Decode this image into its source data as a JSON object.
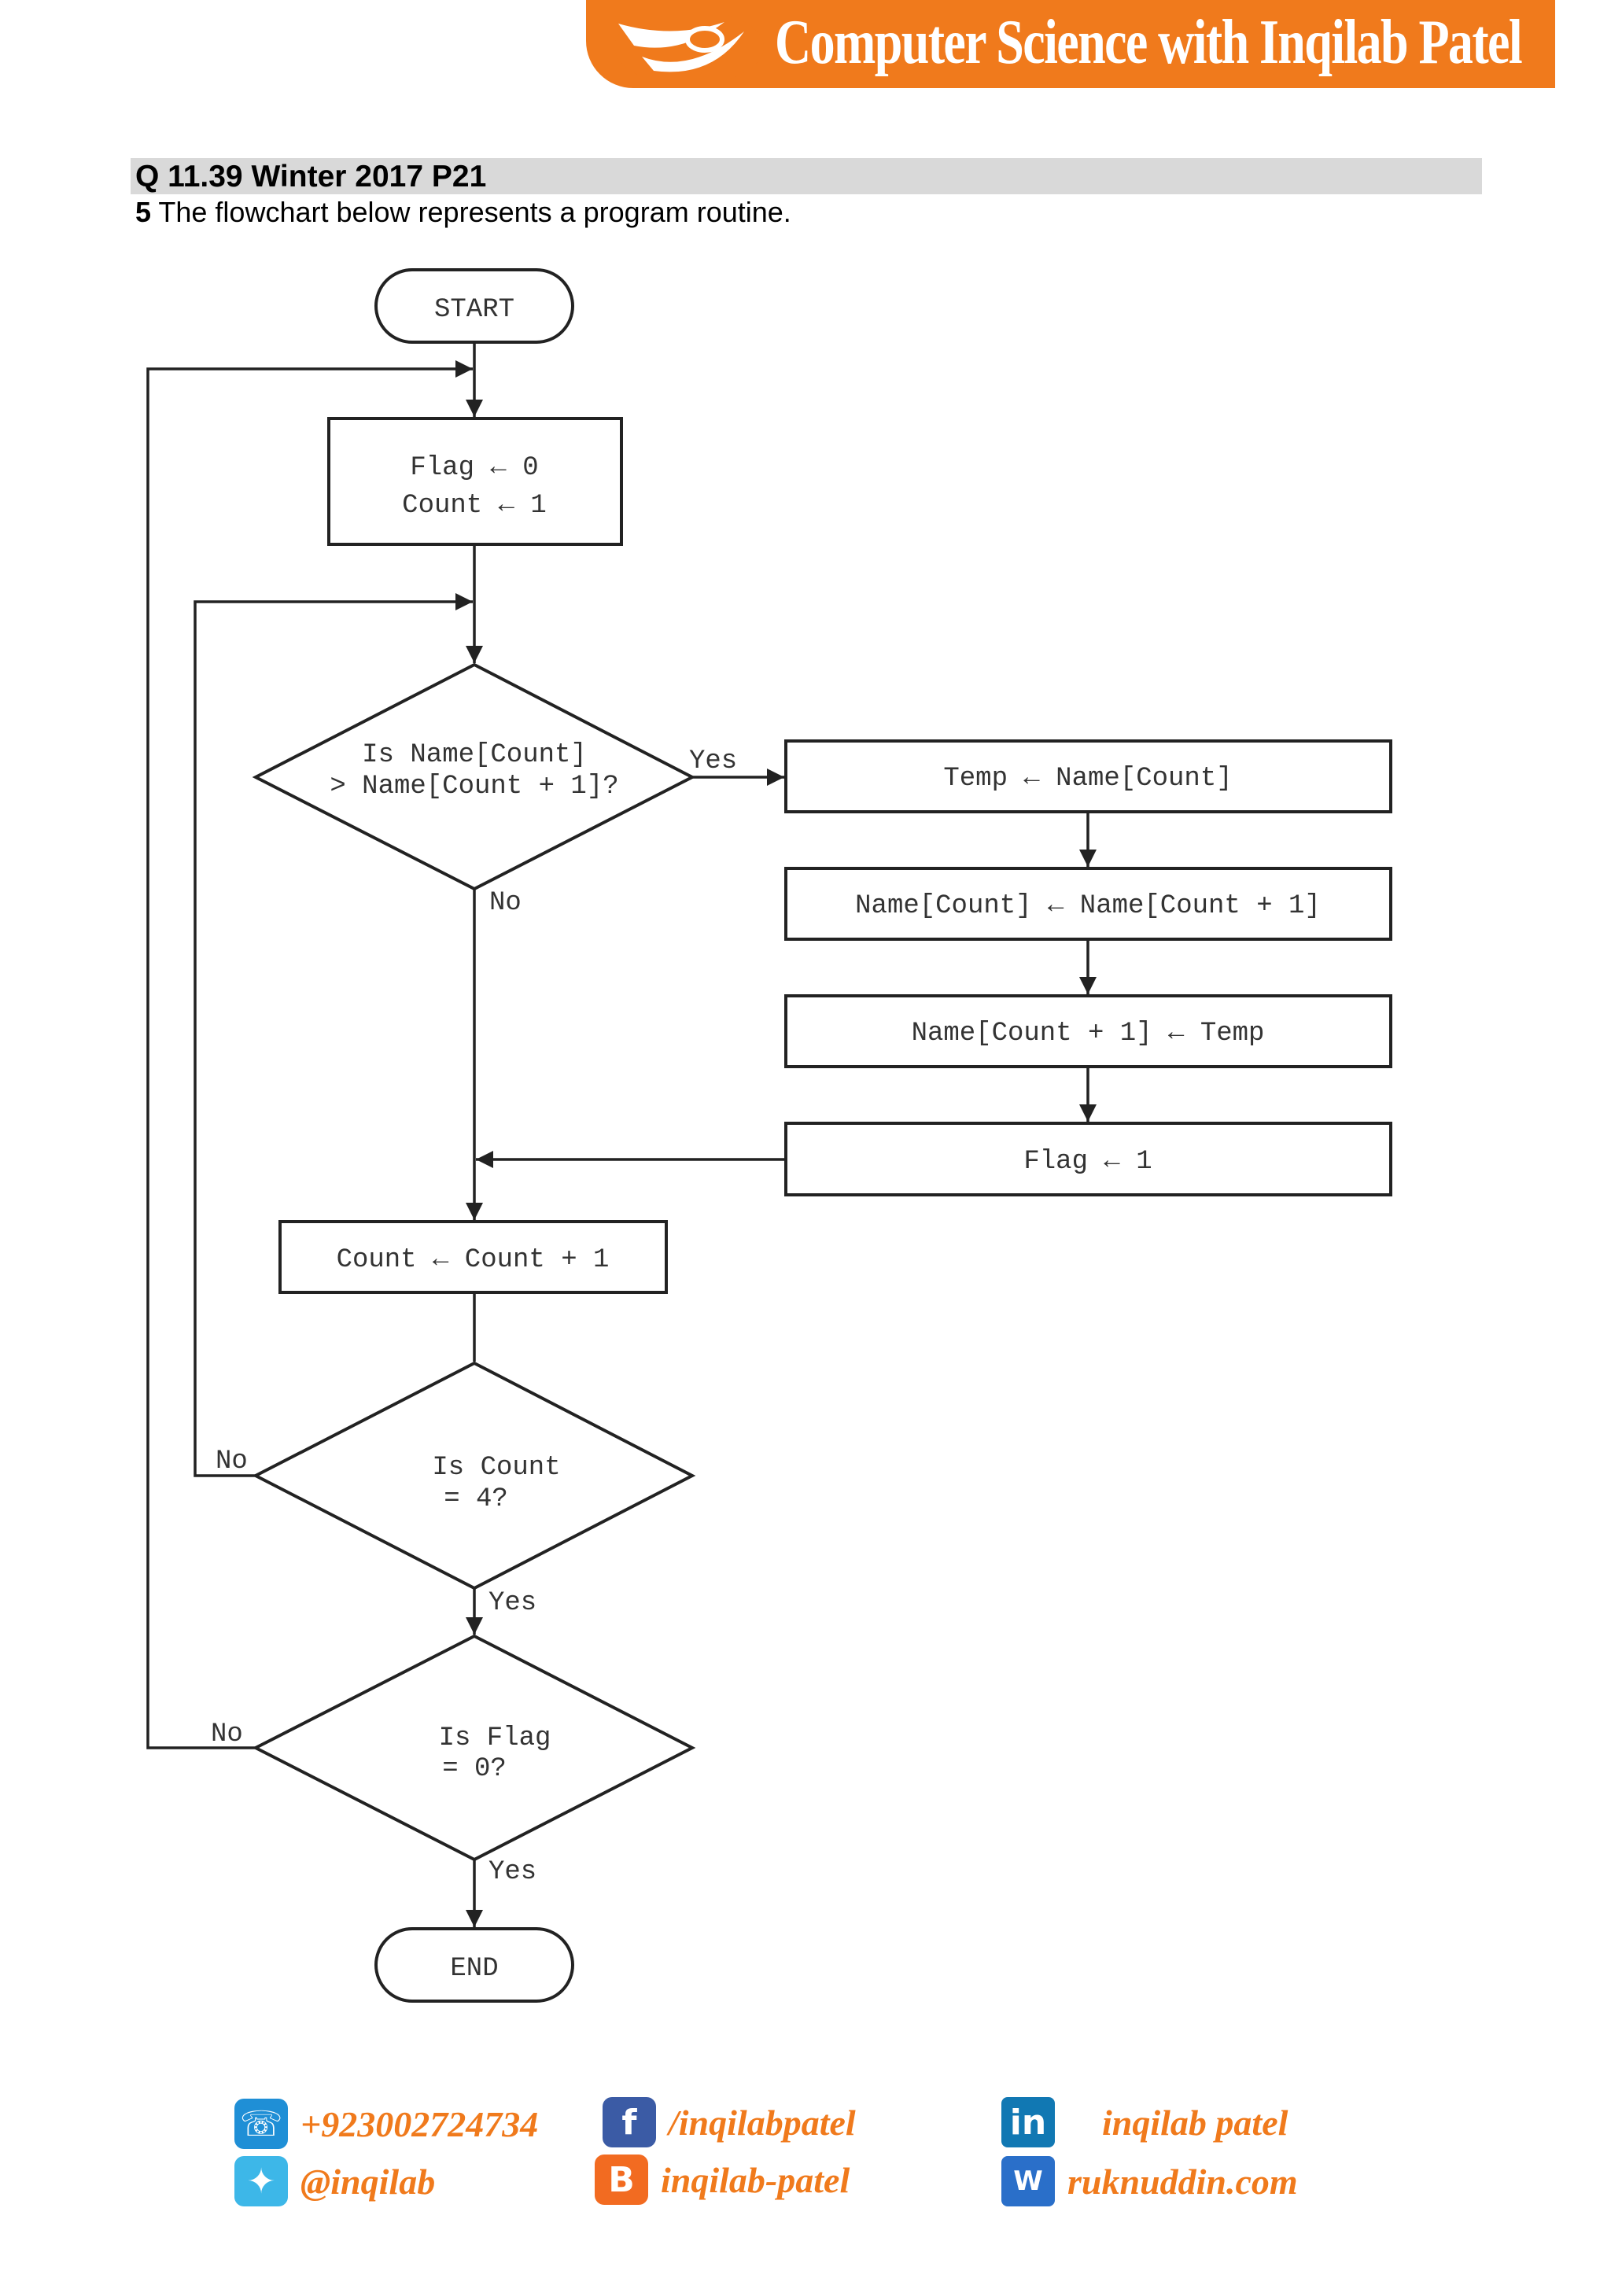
{
  "header": {
    "title": "Computer Science with Inqilab Patel"
  },
  "question": {
    "title": "Q 11.39 Winter 2017 P21",
    "number": "5",
    "text": "The flowchart below represents a program routine."
  },
  "flowchart": {
    "start": "START",
    "init_line1": "Flag ← 0",
    "init_line2": "Count ← 1",
    "decision1_line1": "Is Name[Count]",
    "decision1_line2": "> Name[Count + 1]?",
    "decision1_yes": "Yes",
    "decision1_no": "No",
    "swap1": "Temp ← Name[Count]",
    "swap2": "Name[Count] ← Name[Count + 1]",
    "swap3": "Name[Count + 1] ← Temp",
    "set_flag": "Flag ← 1",
    "increment": "Count ← Count + 1",
    "decision2_line1": "Is Count",
    "decision2_line2": "= 4?",
    "decision2_no": "No",
    "decision2_yes": "Yes",
    "decision3_line1": "Is Flag",
    "decision3_line2": "= 0?",
    "decision3_no": "No",
    "decision3_yes": "Yes",
    "end": "END"
  },
  "footer": {
    "phone": "+923002724734",
    "twitter": "@inqilab",
    "facebook": "/inqilabpatel",
    "blogger": "inqilab-patel",
    "linkedin": "inqilab patel",
    "website": "ruknuddin.com"
  },
  "colors": {
    "brand": "#f07a1c",
    "question_bar": "#d9d9d9",
    "line": "#222222"
  },
  "icons": {
    "phone": "phone-icon",
    "twitter": "twitter-icon",
    "facebook": "facebook-icon",
    "blogger": "blogger-icon",
    "linkedin": "linkedin-icon",
    "website": "web-icon"
  }
}
